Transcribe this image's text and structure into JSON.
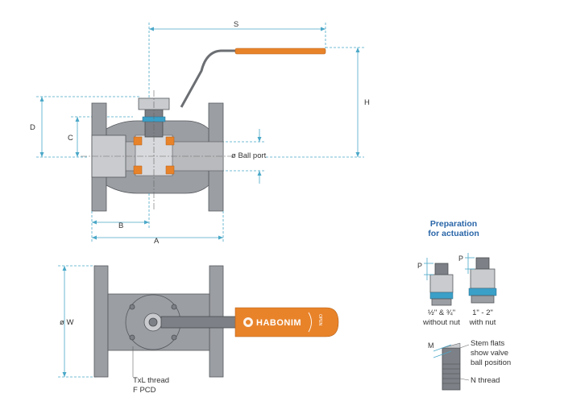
{
  "dimensions": {
    "S": "S",
    "H": "H",
    "D": "D",
    "C": "C",
    "B": "B",
    "A": "A",
    "ball_port": "ø Ball port",
    "W": "ø W"
  },
  "threads": {
    "line1": "TxL thread",
    "line2": "F PCD"
  },
  "brand": {
    "name": "HABONIM",
    "tag": "OPEN"
  },
  "actuation": {
    "title_line1": "Preparation",
    "title_line2": "for actuation",
    "left_caption_line1": "½\" & ¾\"",
    "left_caption_line2": "without nut",
    "right_caption_line1": "1\" - 2\"",
    "right_caption_line2": "with nut",
    "P_left": "P",
    "P_right": "P",
    "M": "M",
    "stem_note_line1": "Stem flats",
    "stem_note_line2": "show valve",
    "stem_note_line3": "ball position",
    "N_thread": "N thread"
  },
  "colors": {
    "accent": "#e8832a",
    "dimension": "#4aa8c8",
    "title": "#2a66a8",
    "metal": "#9b9ea3"
  }
}
